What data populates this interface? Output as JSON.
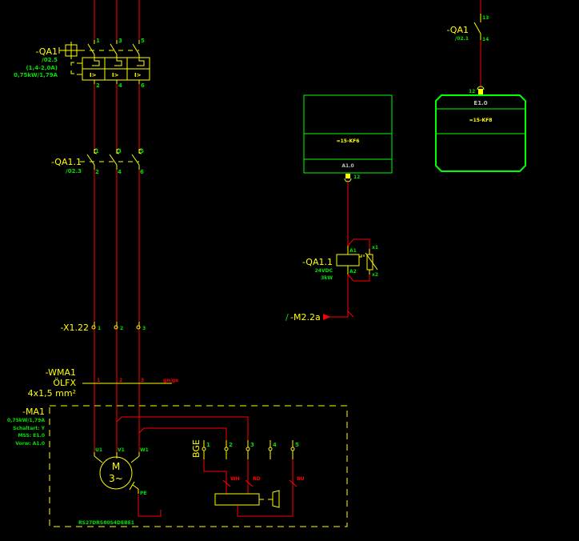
{
  "colors": {
    "background": "#000000",
    "wire": "#ff0000",
    "symbol": "#ffff00",
    "label_green": "#00e000",
    "plc_box": "#00ff00"
  },
  "qa1": {
    "tag": "-QA1",
    "ref": "/02.5",
    "range": "(1,4-2,0A)",
    "rating": "0,75kW/1,79A",
    "terminals_top": [
      "1",
      "3",
      "5"
    ],
    "terminals_bottom": [
      "2",
      "4",
      "6"
    ],
    "trip_symbol": "I>"
  },
  "qa1_1": {
    "tag": "-QA1.1",
    "ref": "/02.3",
    "terminals_top": [
      "1",
      "3",
      "5"
    ],
    "terminals_bottom": [
      "2",
      "4",
      "6"
    ]
  },
  "qa1_aux": {
    "tag": "-QA1",
    "ref": "/02.1",
    "terminal_top": "13",
    "terminal_bottom": "14"
  },
  "plc_output": {
    "device": "=15-KF6",
    "address": "A1.0",
    "terminal": "12"
  },
  "plc_input": {
    "device": "=15-KF8",
    "address": "E1.0",
    "terminal": "12"
  },
  "coil": {
    "tag": "-QA1.1",
    "voltage": "24VDC",
    "power": "3kW",
    "a1": "A1",
    "a2": "A2",
    "x1": "x1",
    "x2": "x2"
  },
  "potential": {
    "slash": "/",
    "label": "-M2.2a"
  },
  "terminal_strip": {
    "tag": "-X1.22",
    "terminals": [
      "1",
      "2",
      "3"
    ]
  },
  "cable": {
    "tag": "-WMA1",
    "type": "ÖLFX",
    "section": "4x1,5 mm²",
    "cores": [
      "1",
      "2",
      "3"
    ],
    "ground": "gn/ge"
  },
  "motor": {
    "tag": "-MA1",
    "rating": "0,75kW/1,79A",
    "connection": "Schaltart: Y",
    "mss": "MSS: E1.0",
    "vorw": "Vorw: A1.0",
    "symbol_m": "M",
    "symbol_phase": "3~",
    "terminals": [
      "U1",
      "V1",
      "W1"
    ],
    "pe": "PE",
    "type_code": "RS27DRS80S4DEBE1"
  },
  "brake": {
    "label": "BGE",
    "terminals": [
      "1",
      "2",
      "3",
      "4",
      "5"
    ],
    "wires": [
      "WH",
      "RD",
      "BU"
    ]
  }
}
